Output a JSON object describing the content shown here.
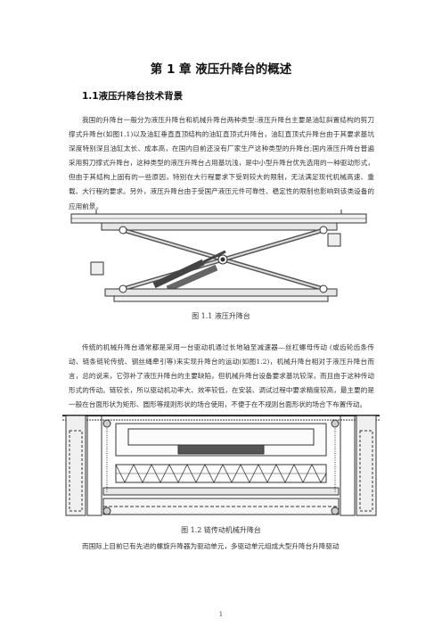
{
  "chapter_title": "第 1 章    液压升降台的概述",
  "section_title": "1.1液压升降台技术背景",
  "paragraph1": "我国的升降台一般分为液压升降台和机械升降台两种类型:液压升降台主要是油缸斜置结构的剪刀撑式升降台(如图1.1)以及油缸垂直直顶结构的油缸直顶式升降台，油缸直顶式升降台由于其要求基坑深度特别深且油缸太长、成本高，在国内目前还没有厂家生产这种类型的升降台;国内液压升降台普遍采用剪刀撑式升降台，这种类型的液压升降台占用基坑浅，是中小型升降台优先选用的一种驱动形式，但由于其结构上固有的一些原因，特别在大行程要求下受到较大的限制，无法满足现代机械高速、重载、大行程的要求。另外，液压升降台由于受国产液压元件可靠性、稳定性的限制也影响到该类设备的应用前景。",
  "figure1_caption": "图 1.1 液压升降台",
  "paragraph2": "传统的机械升降台通常都是采用一台驱动机通过长地轴至减速器—丝杠螺母传动  (或齿轮齿条传动、链条链轮传统、钢丝绳牵引等)来实现升降台的运动(如图1.2)，机械升降台相对于液压升降台而言，总的说来，它弥补了液压升降台的主要缺陷，但机械升降台设备要求基坑较深，而且由于这种传动形式的传动。链较长，所以驱动机功率大、效率较低，在安装、调试过程中要求精度较高，最主要的是一般在台面形状为矩形、圆形等规则形状的场合使用，不便于在不规则台面形状的场合下布置传动。",
  "figure2_caption": "图 1.2 链传动机械升降台",
  "paragraph3": "而国际上目前已有先进的螺旋升降器为驱动单元，多驱动单元组成大型升降台升降驱动",
  "page_number": "1"
}
